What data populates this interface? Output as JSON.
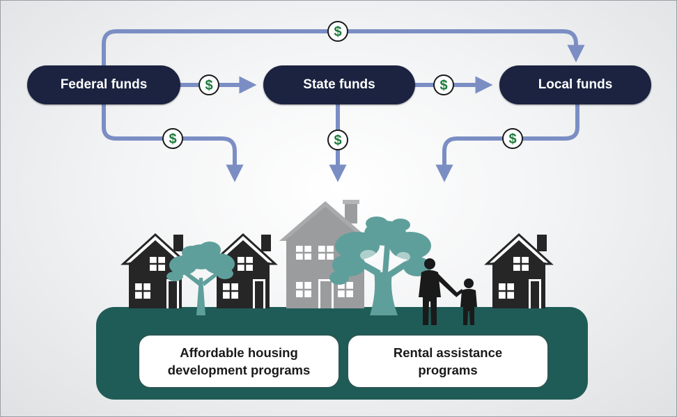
{
  "nodes": {
    "federal": "Federal funds",
    "state": "State funds",
    "local": "Local funds"
  },
  "money_symbol": "$",
  "programs": {
    "affordable_housing": "Affordable housing\ndevelopment programs",
    "rental_assistance": "Rental assistance\nprograms"
  },
  "colors": {
    "pill_fill": "#1b2340",
    "arrow": "#7b8ec4",
    "money_green": "#1e7a3c",
    "ground": "#1f5c57",
    "house_dark": "#262626",
    "house_gray": "#9b9c9e",
    "tree_teal": "#5f9f9b"
  }
}
